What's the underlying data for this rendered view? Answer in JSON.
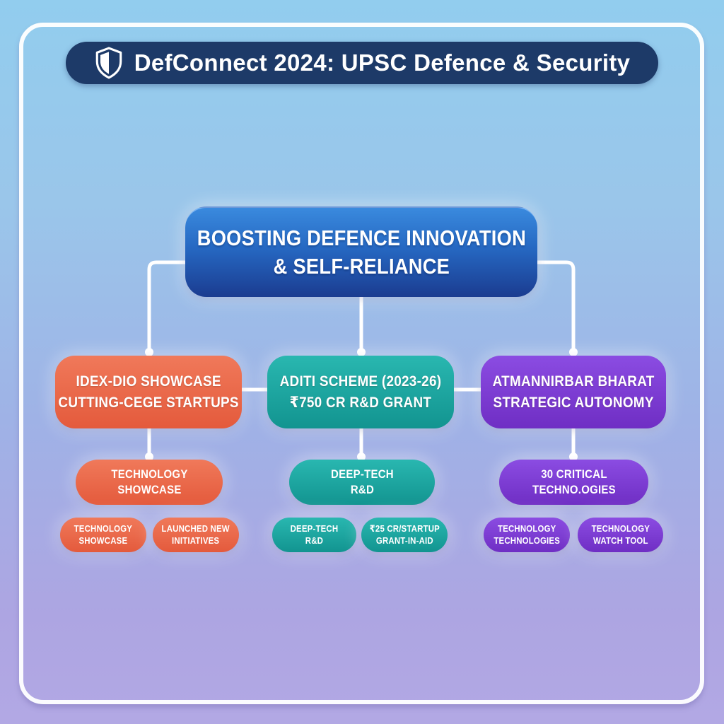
{
  "header": {
    "title": "DefConnect 2024: UPSC Defence & Security",
    "icon": "shield-icon",
    "bg_color": "#1d3a68"
  },
  "root_node": {
    "line1": "BOOSTING DEFENCE INNOVATION",
    "line2": "& SELF-RELIANCE",
    "gradient": "linear-gradient(180deg,#3a8ade 0%,#2668c2 45%,#1b3c90 100%)"
  },
  "branches": [
    {
      "name": "idex-dio-showcase",
      "accent": "#ec684a",
      "gradient": "linear-gradient(180deg,#f0795a 0%,#e45a3c 100%)",
      "title1": "IDEX-DIO SHOWCASE",
      "title2": "CUTTING-CEGE STARTUPS",
      "mid1": "TECHNOLOGY",
      "mid2": "SHOWCASE",
      "leaves": [
        {
          "line1": "TECHNOLOGY",
          "line2": "SHOWCASE"
        },
        {
          "line1": "LAUNCHED NEW",
          "line2": "INITIATIVES"
        }
      ]
    },
    {
      "name": "aditi-scheme",
      "accent": "#18a39e",
      "gradient": "linear-gradient(180deg,#29b7b0 0%,#129490 100%)",
      "title1": "ADITI SCHEME (2023-26)",
      "title2": "₹750 CR R&D GRANT",
      "mid1": "DEEP-TECH",
      "mid2": "R&D",
      "leaves": [
        {
          "line1": "DEEP-TECH",
          "line2": "R&D"
        },
        {
          "line1": "₹25 CR/STARTUP",
          "line2": "GRANT-IN-AID"
        }
      ]
    },
    {
      "name": "atmannirbar-bharat",
      "accent": "#7c3bd0",
      "gradient": "linear-gradient(180deg,#8b4ce2 0%,#6f2ec4 100%)",
      "title1": "ATMANNIRBAR BHARAT",
      "title2": "STRATEGIC AUTONOMY",
      "mid1": "30 CRITICAL",
      "mid2": "TECHNO.OGIES",
      "leaves": [
        {
          "line1": "TECHNOLOGY",
          "line2": "TECHNOLOGIES"
        },
        {
          "line1": "TECHNOLOGY",
          "line2": "WATCH TOOL"
        }
      ]
    }
  ],
  "connector_color": "#ffffff",
  "background": {
    "top": "#92cdee",
    "middle": "#9fb2e6",
    "bottom": "#b2a8e4"
  }
}
